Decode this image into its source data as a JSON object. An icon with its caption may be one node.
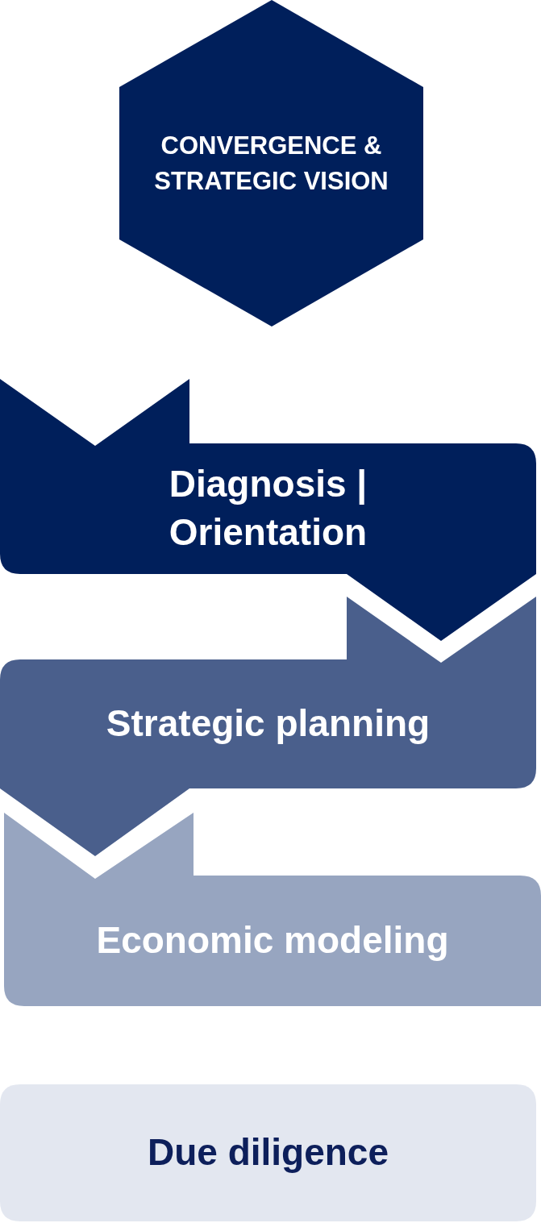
{
  "diagram": {
    "nodes": [
      {
        "text": [
          "CONVERGENCE & STRATEGIC VISION"
        ]
      },
      {
        "text": [
          "Diagnosis | Orientation"
        ]
      },
      {
        "text": [
          "Strategic planning"
        ]
      },
      {
        "text": [
          "Economic modeling"
        ]
      },
      {
        "text": [
          "Due diligence"
        ]
      }
    ]
  }
}
